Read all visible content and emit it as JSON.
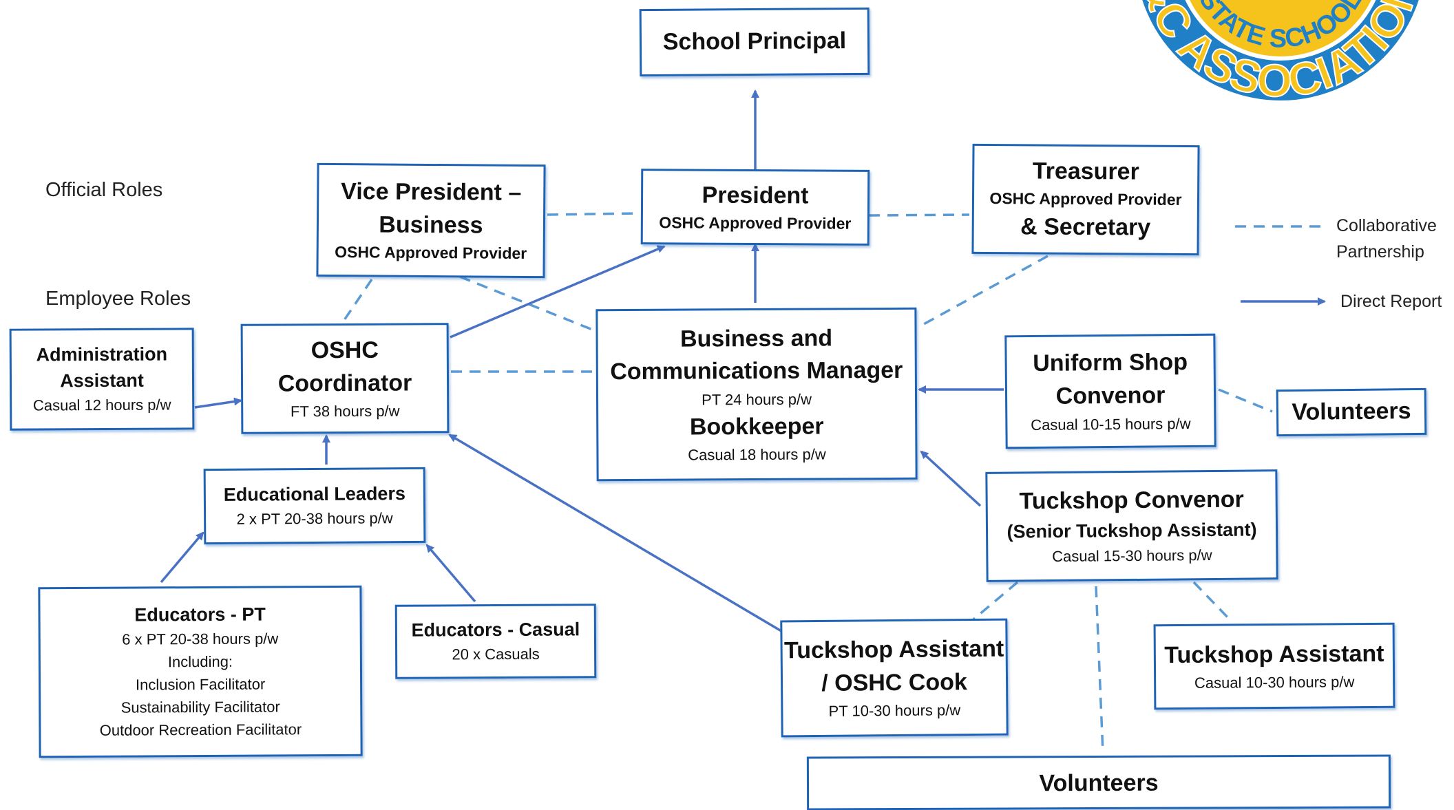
{
  "labels": {
    "official_roles": "Official Roles",
    "employee_roles": "Employee Roles"
  },
  "legend": {
    "dashed_label_line1": "Collaborative",
    "dashed_label_line2": "Partnership",
    "solid_label": "Direct Report"
  },
  "logo": {
    "arc_text_top": "STATE SCHOOL",
    "arc_text_bottom": "&C ASSOCIATION"
  },
  "nodes": {
    "principal": {
      "title": "School Principal"
    },
    "vp": {
      "title_line1": "Vice President –",
      "title_line2": "Business",
      "sub": "OSHC Approved Provider"
    },
    "president": {
      "title": "President",
      "sub": "OSHC Approved Provider"
    },
    "treasurer": {
      "title": "Treasurer",
      "sub": "OSHC Approved Provider",
      "title2": "& Secretary"
    },
    "admin": {
      "title_line1": "Administration",
      "title_line2": "Assistant",
      "hours": "Casual 12 hours p/w"
    },
    "oshc": {
      "title_line1": "OSHC",
      "title_line2": "Coordinator",
      "hours": "FT 38 hours p/w"
    },
    "bcm": {
      "title_line1": "Business and",
      "title_line2": "Communications Manager",
      "hours": "PT 24 hours p/w",
      "title2": "Bookkeeper",
      "hours2": "Casual 18 hours p/w"
    },
    "uniform": {
      "title_line1": "Uniform Shop",
      "title_line2": "Convenor",
      "hours": "Casual 10-15 hours p/w"
    },
    "volunteers_uniform": {
      "title": "Volunteers"
    },
    "edleaders": {
      "title": "Educational Leaders",
      "hours": "2 x PT 20-38 hours p/w"
    },
    "tuckconv": {
      "title": "Tuckshop Convenor",
      "sub": "(Senior Tuckshop Assistant)",
      "hours": "Casual 15-30 hours p/w"
    },
    "edpt": {
      "title": "Educators - PT",
      "line1": "6 x PT 20-38 hours p/w",
      "line2": "Including:",
      "line3": "Inclusion Facilitator",
      "line4": "Sustainability Facilitator",
      "line5": "Outdoor Recreation Facilitator"
    },
    "edcasual": {
      "title": "Educators - Casual",
      "hours": "20 x Casuals"
    },
    "tuckcook": {
      "title_line1": "Tuckshop Assistant",
      "title_line2": "/ OSHC Cook",
      "hours": "PT 10-30 hours p/w"
    },
    "tuckassist": {
      "title": "Tuckshop Assistant",
      "hours": "Casual 10-30 hours p/w"
    },
    "volunteers_tuck": {
      "title": "Volunteers"
    }
  },
  "colors": {
    "line": "#4a72c4",
    "dashed": "#5b9bd5",
    "border": "#1f63b5",
    "logo_yellow": "#f6c21c",
    "logo_blue": "#1f7fc7"
  }
}
